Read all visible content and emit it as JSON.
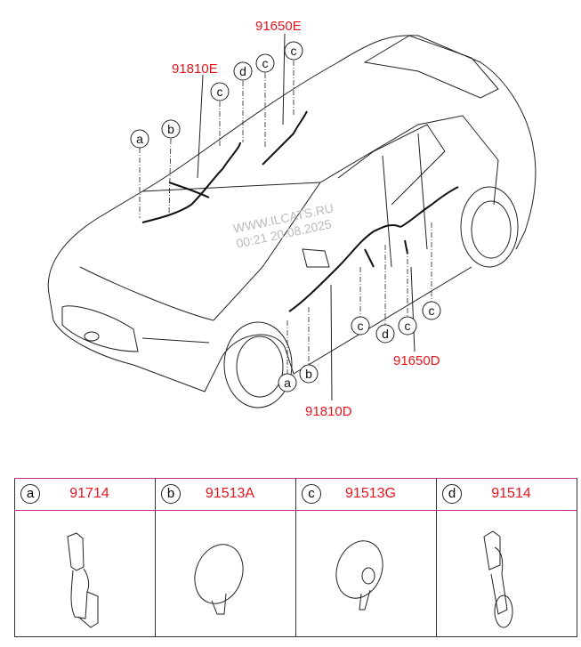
{
  "diagram": {
    "part_labels": {
      "top_right": "91650E",
      "top_left": "91810E",
      "bottom_right": "91650D",
      "bottom_center": "91810D"
    },
    "callouts_top": [
      "d",
      "c",
      "c",
      "c",
      "b",
      "a"
    ],
    "callouts_bottom": [
      "c",
      "d",
      "c",
      "c",
      "a",
      "b"
    ],
    "watermark": [
      "WWW.ILCATS.RU",
      "00:21 20.08.2025"
    ]
  },
  "legend": [
    {
      "letter": "a",
      "part": "91714"
    },
    {
      "letter": "b",
      "part": "91513A"
    },
    {
      "letter": "c",
      "part": "91513G"
    },
    {
      "letter": "d",
      "part": "91514"
    }
  ]
}
